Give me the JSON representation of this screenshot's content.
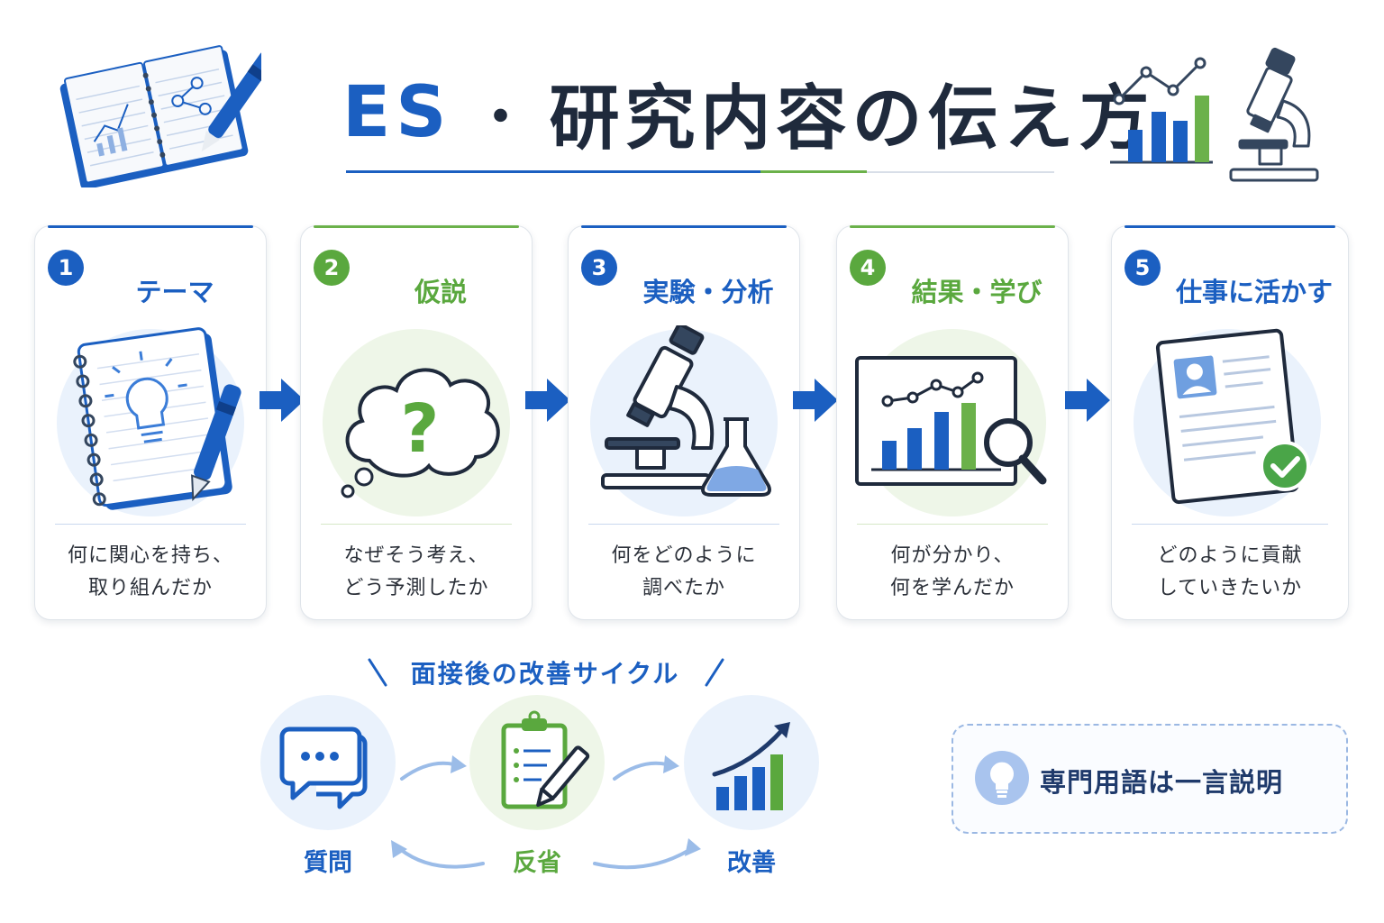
{
  "title": {
    "es": "ES",
    "separator": "・",
    "rest": "研究内容の伝え方"
  },
  "steps": [
    {
      "number": "1",
      "title": "テーマ",
      "desc": [
        "何に関心を持ち、",
        "取り組んだか"
      ],
      "color": "blue"
    },
    {
      "number": "2",
      "title": "仮説",
      "desc": [
        "なぜそう考え、",
        "どう予測したか"
      ],
      "color": "green"
    },
    {
      "number": "3",
      "title": "実験・分析",
      "desc": [
        "何をどのように",
        "調べたか"
      ],
      "color": "blue"
    },
    {
      "number": "4",
      "title": "結果・学び",
      "desc": [
        "何が分かり、",
        "何を学んだか"
      ],
      "color": "green"
    },
    {
      "number": "5",
      "title": "仕事に活かす",
      "desc": [
        "どのように貢献",
        "していきたいか"
      ],
      "color": "blue"
    }
  ],
  "cycle": {
    "title": "面接後の改善サイクル",
    "nodes": [
      {
        "label": "質問"
      },
      {
        "label": "反省"
      },
      {
        "label": "改善"
      }
    ]
  },
  "tip": {
    "text": "専門用語は一言説明"
  },
  "colors": {
    "blue": "#1b5fc1",
    "green": "#5aa83e",
    "navy": "#1f2a3c",
    "lightblue": "#eaf2fc",
    "lightgreen": "#eef6e8"
  }
}
